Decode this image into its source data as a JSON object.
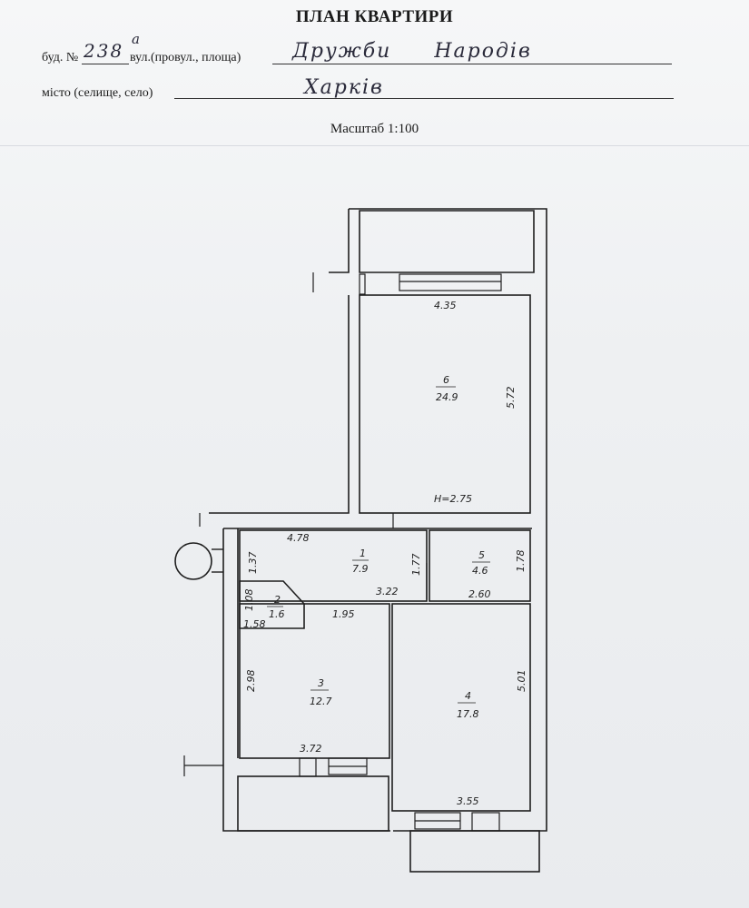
{
  "header": {
    "title": "ПЛАН КВАРТИРИ",
    "building_prefix": "буд. №",
    "building_number": "238",
    "building_suffix": "а",
    "street_label": "вул.(провул., площа)",
    "street_value": "Дружби Народів",
    "city_label": "місто (селище, село)",
    "city_value": "Харків",
    "scale": "Масштаб 1:100"
  },
  "rooms": [
    {
      "number": "6",
      "area": "24.9"
    },
    {
      "number": "1",
      "area": "7.9"
    },
    {
      "number": "5",
      "area": "4.6"
    },
    {
      "number": "2",
      "area": "1.6"
    },
    {
      "number": "3",
      "area": "12.7"
    },
    {
      "number": "4",
      "area": "17.8"
    }
  ],
  "dimensions": {
    "d435": "4.35",
    "d572": "5.72",
    "height": "H=2.75",
    "d478": "4.78",
    "d137": "1.37",
    "d177": "1.77",
    "d178": "1.78",
    "d322": "3.22",
    "d260": "2.60",
    "d108": "1.08",
    "d158": "1.58",
    "d195": "1.95",
    "d298": "2.98",
    "d501": "5.01",
    "d372": "3.72",
    "d355": "3.55"
  }
}
